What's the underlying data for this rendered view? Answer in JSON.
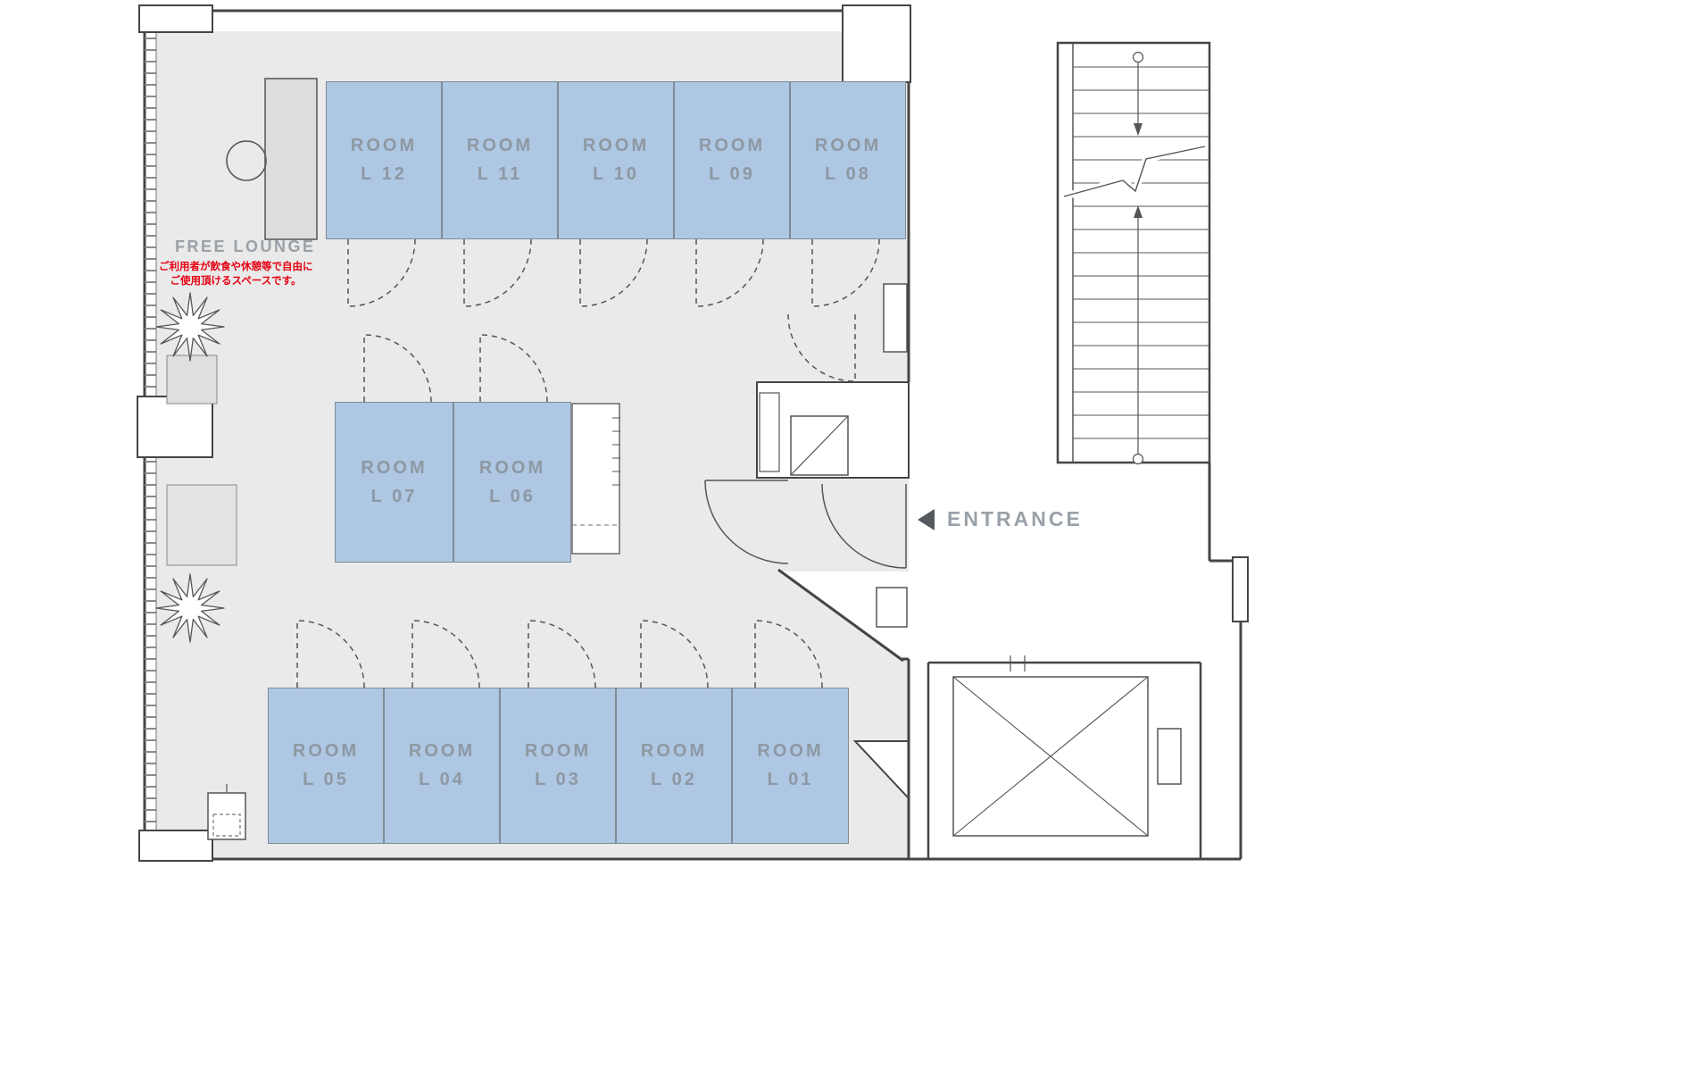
{
  "plan": {
    "free_lounge": {
      "label": "FREE LOUNGE",
      "note_lines": [
        "ご利用者が飲食や休憩等で自由に",
        "ご使用頂けるスペースです。"
      ]
    },
    "entrance": {
      "label": "ENTRANCE"
    },
    "rooms": {
      "top": [
        {
          "line1": "ROOM",
          "line2": "L 12"
        },
        {
          "line1": "ROOM",
          "line2": "L 11"
        },
        {
          "line1": "ROOM",
          "line2": "L 10"
        },
        {
          "line1": "ROOM",
          "line2": "L 09"
        },
        {
          "line1": "ROOM",
          "line2": "L 08"
        }
      ],
      "middle": [
        {
          "line1": "ROOM",
          "line2": "L 07"
        },
        {
          "line1": "ROOM",
          "line2": "L 06"
        }
      ],
      "bottom": [
        {
          "line1": "ROOM",
          "line2": "L 05"
        },
        {
          "line1": "ROOM",
          "line2": "L 04"
        },
        {
          "line1": "ROOM",
          "line2": "L 03"
        },
        {
          "line1": "ROOM",
          "line2": "L 02"
        },
        {
          "line1": "ROOM",
          "line2": "L 01"
        }
      ]
    },
    "colors": {
      "room_fill": "#aec7e3",
      "room_text": "#8d98a3",
      "floor": "#e9eae9",
      "wall": "#454545",
      "note_red": "#e60012",
      "label_gray": "#9aa1a8"
    }
  }
}
